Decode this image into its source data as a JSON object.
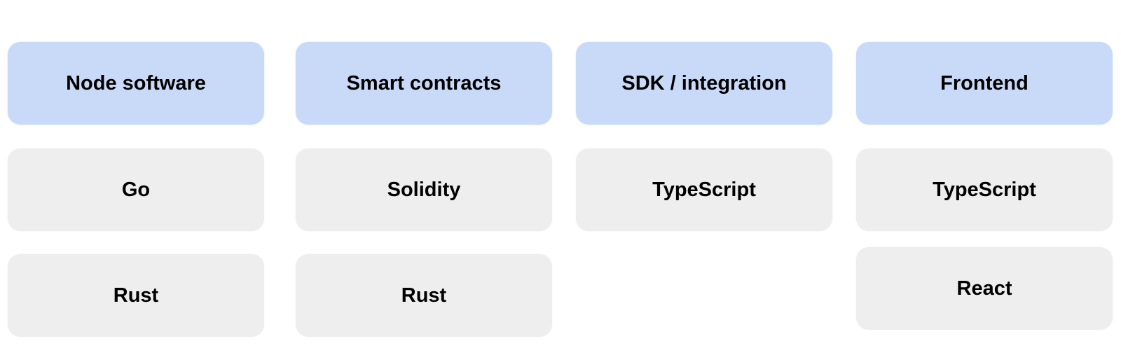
{
  "colors": {
    "header_background": "#c9daf8",
    "item_background": "#eeeeee",
    "text": "#000000"
  },
  "columns": [
    {
      "header": "Node software",
      "items": [
        "Go",
        "Rust"
      ]
    },
    {
      "header": "Smart contracts",
      "items": [
        "Solidity",
        "Rust"
      ]
    },
    {
      "header": "SDK / integration",
      "items": [
        "TypeScript"
      ]
    },
    {
      "header": "Frontend",
      "items": [
        "TypeScript",
        "React"
      ]
    }
  ]
}
